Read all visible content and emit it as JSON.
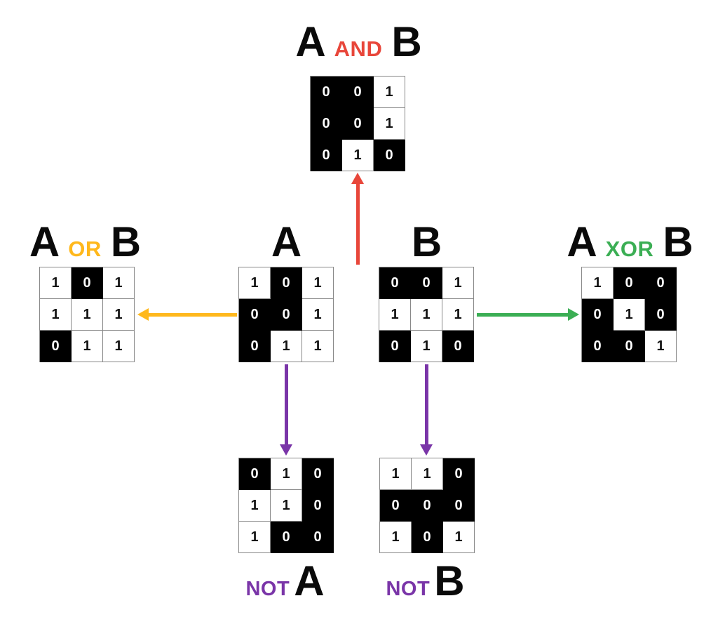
{
  "colors": {
    "and": "#E8463A",
    "or": "#FFB81C",
    "xor": "#3BAE54",
    "not": "#7A35A8",
    "grid_line": "#888888",
    "cell_on_bg": "#FFFFFF",
    "cell_off_bg": "#000000"
  },
  "panels": {
    "and": {
      "left": "A",
      "op": "AND",
      "right": "B",
      "grid": [
        [
          0,
          0,
          1
        ],
        [
          0,
          0,
          1
        ],
        [
          0,
          1,
          0
        ]
      ]
    },
    "or": {
      "left": "A",
      "op": "OR",
      "right": "B",
      "grid": [
        [
          1,
          0,
          1
        ],
        [
          1,
          1,
          1
        ],
        [
          0,
          1,
          1
        ]
      ]
    },
    "a": {
      "letter": "A",
      "grid": [
        [
          1,
          0,
          1
        ],
        [
          0,
          0,
          1
        ],
        [
          0,
          1,
          1
        ]
      ]
    },
    "b": {
      "letter": "B",
      "grid": [
        [
          0,
          0,
          1
        ],
        [
          1,
          1,
          1
        ],
        [
          0,
          1,
          0
        ]
      ]
    },
    "xor": {
      "left": "A",
      "op": "XOR",
      "right": "B",
      "grid": [
        [
          1,
          0,
          0
        ],
        [
          0,
          1,
          0
        ],
        [
          0,
          0,
          1
        ]
      ]
    },
    "not_a": {
      "op": "NOT",
      "letter": "A",
      "grid": [
        [
          0,
          1,
          0
        ],
        [
          1,
          1,
          0
        ],
        [
          1,
          0,
          0
        ]
      ]
    },
    "not_b": {
      "op": "NOT",
      "letter": "B",
      "grid": [
        [
          1,
          1,
          0
        ],
        [
          0,
          0,
          0
        ],
        [
          1,
          0,
          1
        ]
      ]
    }
  },
  "arrows": {
    "and": {
      "direction": "up",
      "from": "between A and B",
      "to": "A AND B",
      "color": "#E8463A"
    },
    "or": {
      "direction": "left",
      "from": "A",
      "to": "A OR B",
      "color": "#FFB81C"
    },
    "xor": {
      "direction": "right",
      "from": "B",
      "to": "A XOR B",
      "color": "#3BAE54"
    },
    "not_a": {
      "direction": "down",
      "from": "A",
      "to": "NOT A",
      "color": "#7A35A8"
    },
    "not_b": {
      "direction": "down",
      "from": "B",
      "to": "NOT B",
      "color": "#7A35A8"
    }
  }
}
